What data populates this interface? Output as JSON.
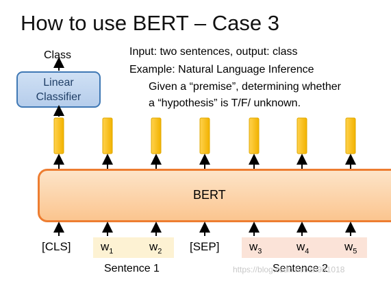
{
  "title": "How to use BERT – Case 3",
  "info": {
    "line1": "Input: two sentences, output: class",
    "line2": "Example: Natural Language Inference",
    "line3": "Given a “premise”, determining whether",
    "line4": "a “hypothesis” is T/F/ unknown."
  },
  "classifier": {
    "output": "Class",
    "line1": "Linear",
    "line2": "Classifier"
  },
  "bert_label": "BERT",
  "tokens": [
    {
      "text": "[CLS]",
      "sub": ""
    },
    {
      "text": "w",
      "sub": "1"
    },
    {
      "text": "w",
      "sub": "2"
    },
    {
      "text": "[SEP]",
      "sub": ""
    },
    {
      "text": "w",
      "sub": "3"
    },
    {
      "text": "w",
      "sub": "4"
    },
    {
      "text": "w",
      "sub": "5"
    }
  ],
  "sentences": {
    "s1": "Sentence 1",
    "s2": "Sentence 2"
  },
  "watermark": "https://blog.csdn.net/zn961018",
  "colors": {
    "bert_border": "#ed7d31",
    "classifier_border": "#3f78b4",
    "vector_fill": "#ffc000",
    "sentence1_bg": "#fdf2d3",
    "sentence2_bg": "#fbe3d8"
  }
}
